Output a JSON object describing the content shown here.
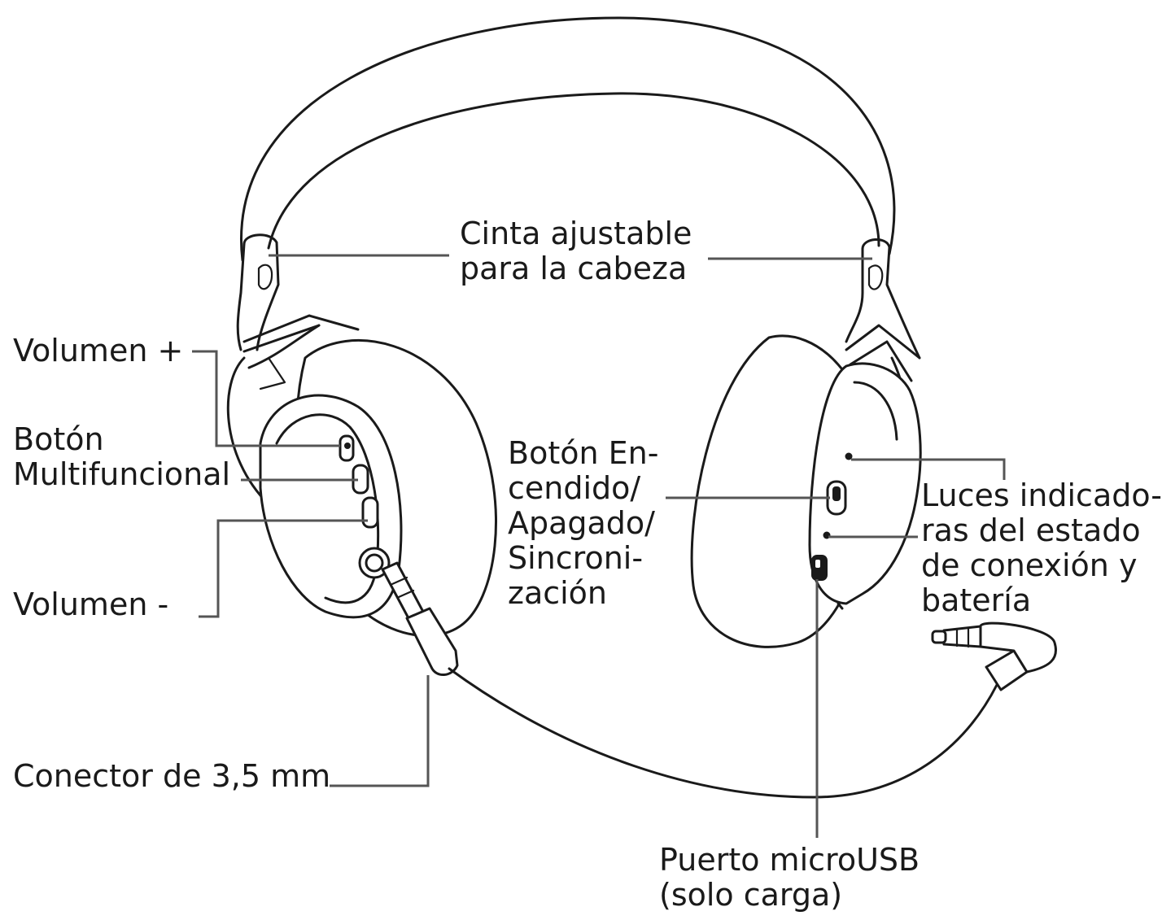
{
  "figure": {
    "labels": {
      "headband": "Cinta ajustable\npara la cabeza",
      "volume_up": "Volumen +",
      "multifunction": "Botón\nMultifuncional",
      "volume_down": "Volumen -",
      "jack": "Conector de 3,5 mm",
      "power": "Botón En-\ncendido/\nApagado/\nSincroni-\nzación",
      "status_lights": "Luces indicado-\nras del estado\nde conexión y\nbatería",
      "usb": "Puerto microUSB\n(solo carga)"
    }
  }
}
